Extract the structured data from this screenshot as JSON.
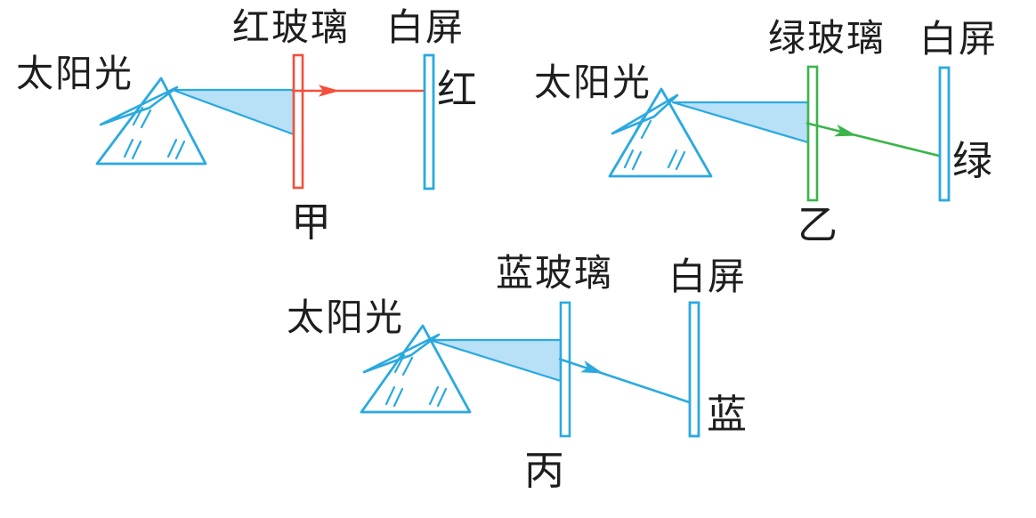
{
  "colors": {
    "cyan": "#2AA9E0",
    "fan_fill": "#B8E0F6",
    "red": "#F2503A",
    "green": "#3BB54A",
    "blue": "#2AA9E0",
    "text": "#1E1E1E",
    "background": "#FFFFFF"
  },
  "diagrams": [
    {
      "caption": "甲",
      "sunlight_label": "太阳光",
      "filter_label": "红玻璃",
      "screen_label": "白屏",
      "result_label": "红",
      "filter_color_name": "red",
      "transmitted_light": "red"
    },
    {
      "caption": "乙",
      "sunlight_label": "太阳光",
      "filter_label": "绿玻璃",
      "screen_label": "白屏",
      "result_label": "绿",
      "filter_color_name": "green",
      "transmitted_light": "green"
    },
    {
      "caption": "丙",
      "sunlight_label": "太阳光",
      "filter_label": "蓝玻璃",
      "screen_label": "白屏",
      "result_label": "蓝",
      "filter_color_name": "blue",
      "transmitted_light": "blue"
    }
  ]
}
